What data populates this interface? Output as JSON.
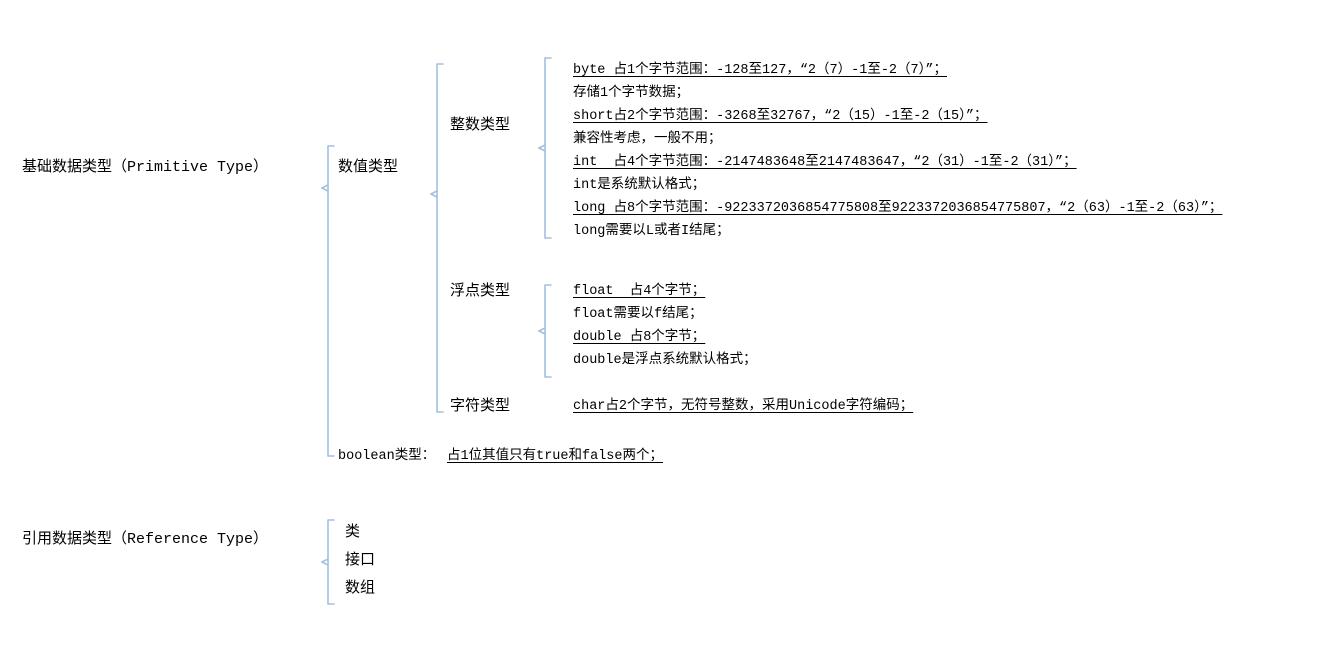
{
  "diagram": {
    "title_note": "Java data types mind map",
    "bracket_color": "#a3c0e0",
    "text_color": "#000000",
    "background": "#ffffff"
  },
  "roots": {
    "primitive": "基础数据类型（Primitive Type）",
    "reference": "引用数据类型（Reference Type）"
  },
  "level2": {
    "numeric": "数值类型",
    "boolean_line": "boolean类型：",
    "boolean_detail": "占1位其值只有true和false两个；"
  },
  "level3": {
    "integer": "整数类型",
    "float": "浮点类型",
    "char": "字符类型"
  },
  "integer_details": [
    {
      "text": "byte 占1个字节范围：-128至127，“2（7）-1至-2（7）”；",
      "underline": true
    },
    {
      "text": "存储1个字节数据；",
      "underline": false
    },
    {
      "text": "short占2个字节范围：-3268至32767，“2（15）-1至-2（15）”；",
      "underline": true
    },
    {
      "text": "兼容性考虑，一般不用；",
      "underline": false
    },
    {
      "text": "int  占4个字节范围：-2147483648至2147483647，“2（31）-1至-2（31）”；",
      "underline": true
    },
    {
      "text": "int是系统默认格式；",
      "underline": false
    },
    {
      "text": "long 占8个字节范围：-9223372036854775808至9223372036854775807，“2（63）-1至-2（63）”；",
      "underline": true
    },
    {
      "text": "long需要以L或者I结尾；",
      "underline": false
    }
  ],
  "float_details": [
    {
      "text": "float  占4个字节；",
      "underline": true
    },
    {
      "text": "float需要以f结尾；",
      "underline": false
    },
    {
      "text": "double 占8个字节；",
      "underline": true
    },
    {
      "text": "double是浮点系统默认格式；",
      "underline": false
    }
  ],
  "char_details": [
    {
      "text": "char占2个字节，无符号整数，采用Unicode字符编码；",
      "underline": true
    }
  ],
  "reference_children": [
    {
      "text": "类"
    },
    {
      "text": "接口"
    },
    {
      "text": "数组"
    }
  ]
}
